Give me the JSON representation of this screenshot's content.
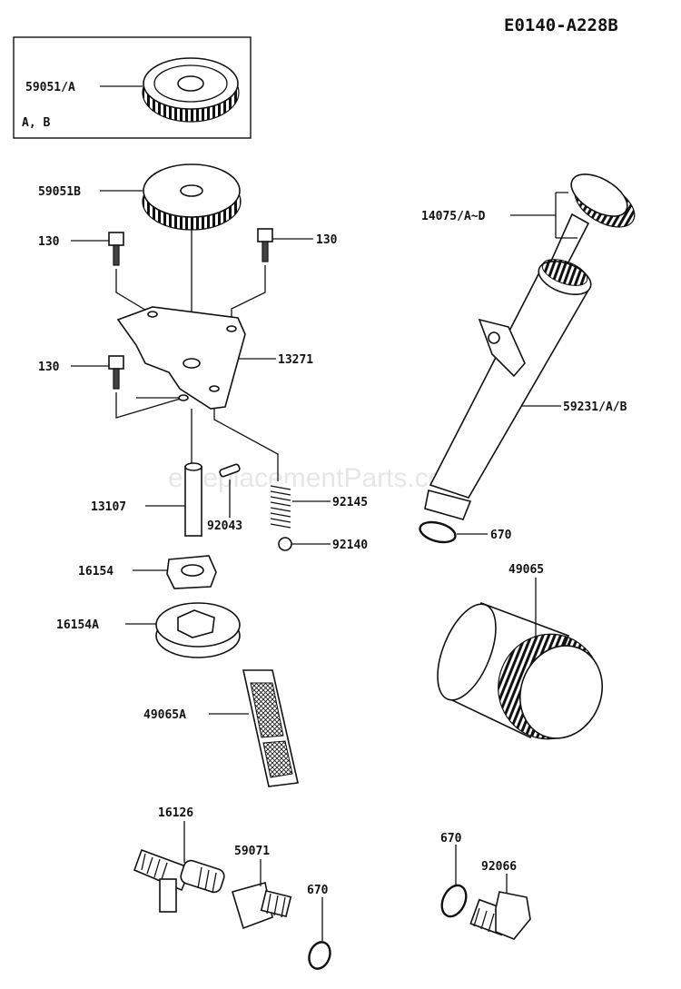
{
  "diagram_code": "E0140-A228B",
  "watermark": "eReplacementParts.com",
  "inset_note": "A, B",
  "parts": {
    "gear_a": "59051/A",
    "gear_b": "59051B",
    "bolt_upper_left": "130",
    "bolt_upper_right": "130",
    "bolt_lower_left": "130",
    "plate": "13271",
    "shaft": "13107",
    "pin": "92043",
    "spring": "92145",
    "ball": "92140",
    "inner_rotor": "16154",
    "outer_rotor": "16154A",
    "screen": "49065A",
    "fitting": "16126",
    "nipple": "59071",
    "oring_bottom": "670",
    "oring_right": "670",
    "drain_plug": "92066",
    "dipstick": "14075/A~D",
    "filler_tube": "59231/A/B",
    "oring_tube": "670",
    "oil_filter": "49065"
  }
}
